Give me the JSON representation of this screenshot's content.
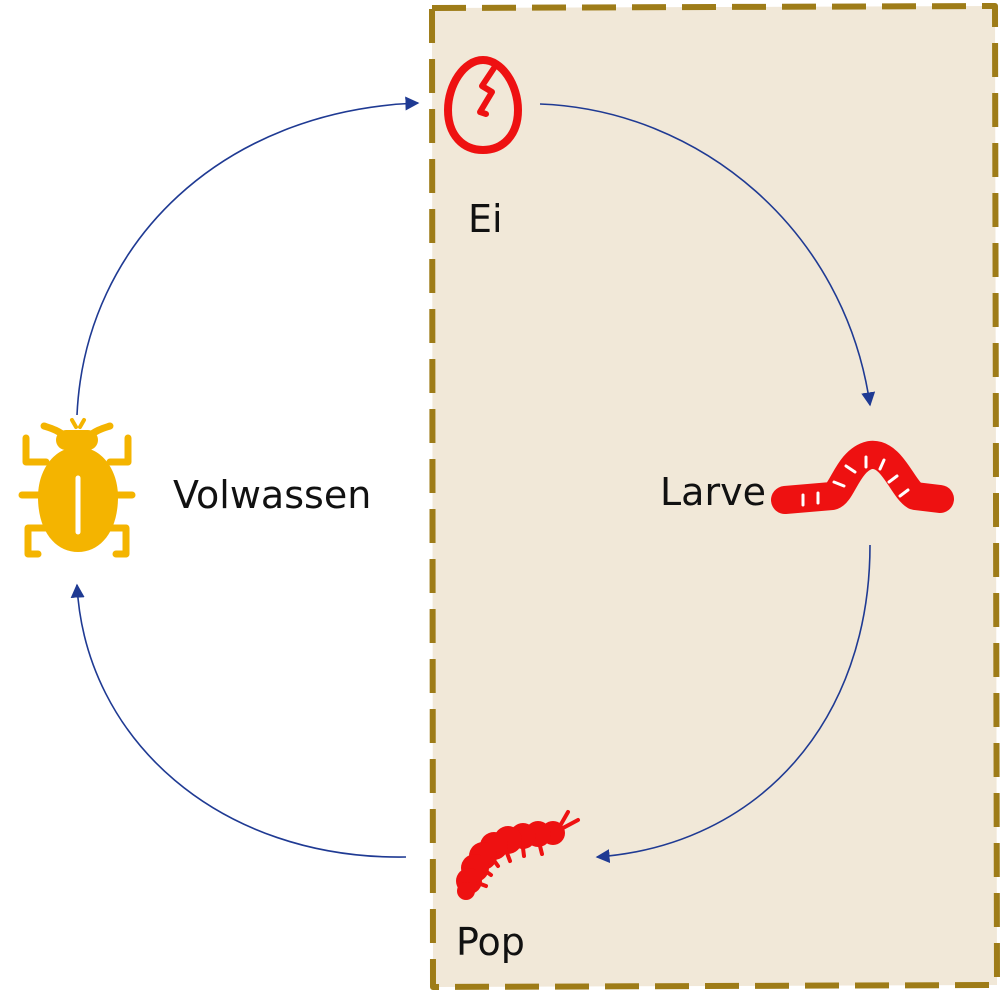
{
  "diagram": {
    "stages": {
      "egg": {
        "label": "Ei"
      },
      "larva": {
        "label": "Larve"
      },
      "pupa": {
        "label": "Pop"
      },
      "adult": {
        "label": "Volwassen"
      }
    },
    "icons": {
      "egg": "cracked-egg-icon",
      "larva": "worm-icon",
      "pupa": "caterpillar-icon",
      "adult": "beetle-icon"
    },
    "colors": {
      "panel_fill": "#f1e8d8",
      "panel_border": "#9e7c18",
      "arrow": "#1f3a93",
      "stage_icon": "#ee1111",
      "adult_icon": "#f4b400",
      "text": "#111111"
    }
  }
}
